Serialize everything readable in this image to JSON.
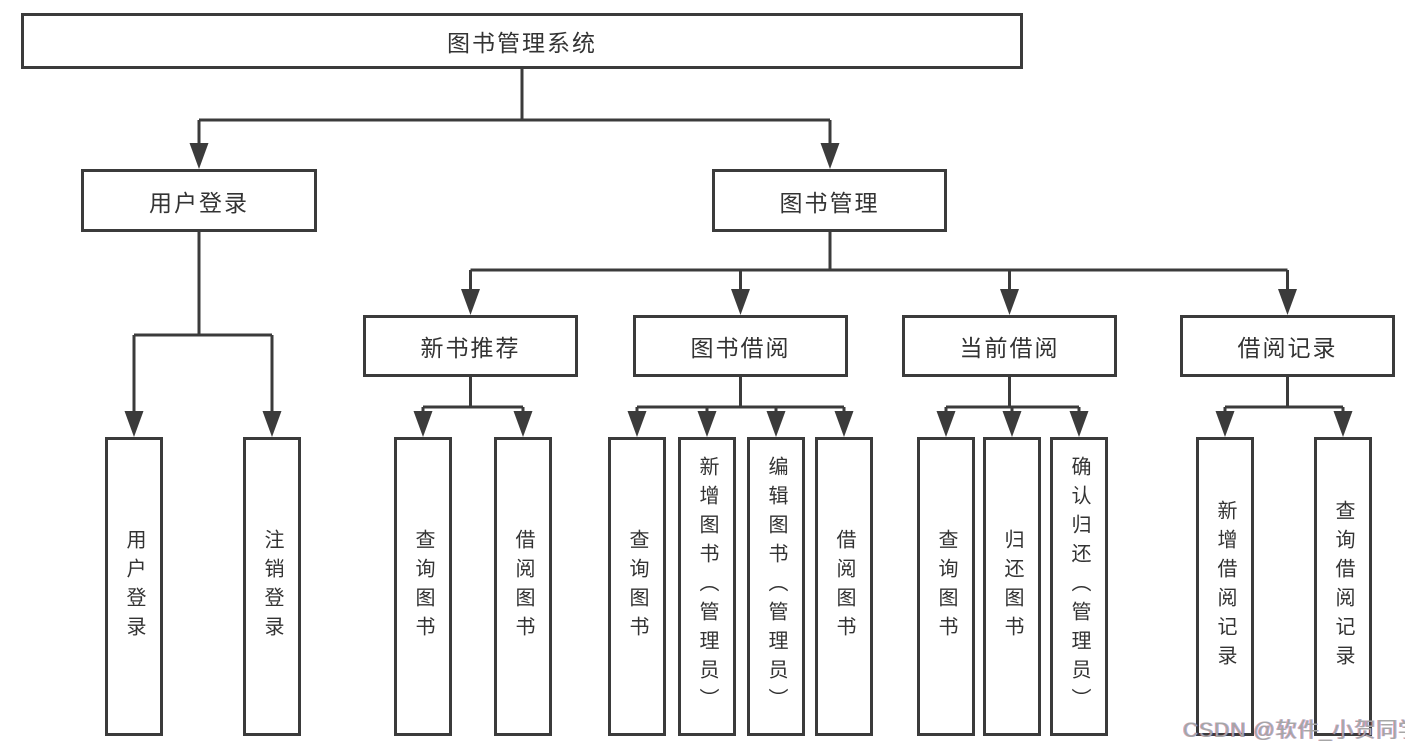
{
  "diagram": {
    "title": "图书管理系统",
    "level2": {
      "user_login": "用户登录",
      "book_management": "图书管理"
    },
    "level3": {
      "new_book_recommend": "新书推荐",
      "book_borrowing": "图书借阅",
      "current_borrowing": "当前借阅",
      "borrowing_records": "借阅记录"
    },
    "leaves": {
      "user_login": "用户登录",
      "logout": "注销登录",
      "nb_query_books": "查询图书",
      "nb_borrow_books": "借阅图书",
      "bb_query_books": "查询图书",
      "bb_add_books_admin": "新增图书（管理员）",
      "bb_edit_books_admin": "编辑图书（管理员）",
      "bb_borrow_books": "借阅图书",
      "cb_query_books": "查询图书",
      "cb_return_books": "归还图书",
      "cb_confirm_return_admin": "确认归还（管理员）",
      "br_add_record": "新增借阅记录",
      "br_query_record": "查询借阅记录"
    }
  },
  "watermark": {
    "text": "CSDN @软件_小贺同学"
  },
  "colors": {
    "line": "#3b3b3b",
    "text": "#333333",
    "background": "#ffffff",
    "watermark": "#a6a6a6"
  }
}
